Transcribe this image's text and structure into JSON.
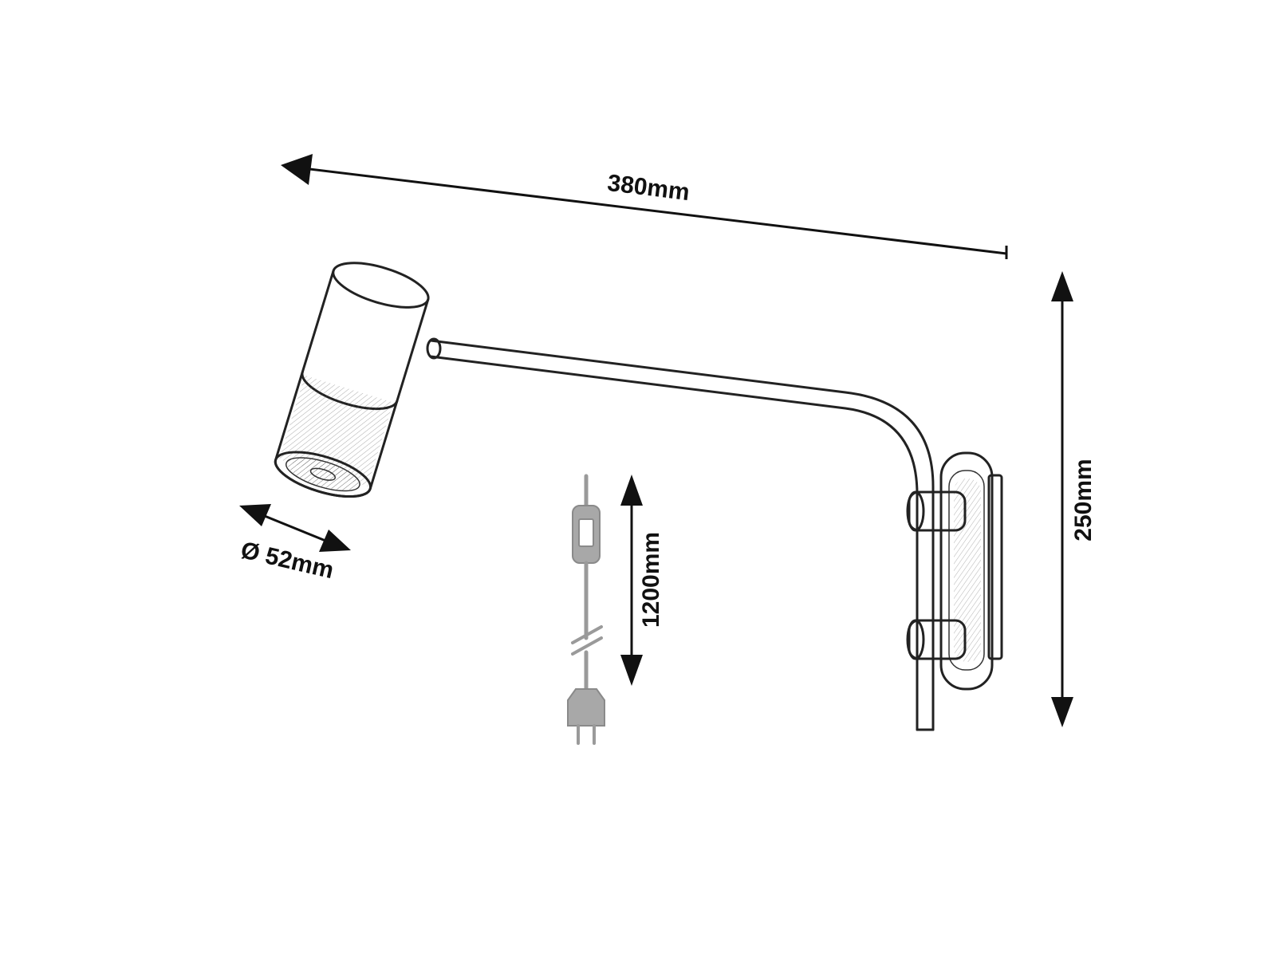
{
  "dimensions": {
    "length": "380mm",
    "height": "250mm",
    "cable": "1200mm",
    "diameter": "Ø 52mm"
  },
  "colors": {
    "ink": "#222222",
    "cord": "#9a9a9a",
    "background": "#ffffff"
  }
}
